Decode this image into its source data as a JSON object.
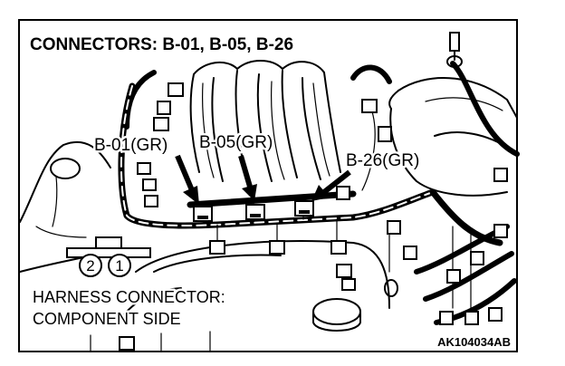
{
  "title": "CONNECTORS: B-01, B-05, B-26",
  "callouts": {
    "b01": "B-01(GR)",
    "b05": "B-05(GR)",
    "b26": "B-26(GR)"
  },
  "note": {
    "line1": "HARNESS CONNECTOR:",
    "line2": "COMPONENT SIDE"
  },
  "pins": {
    "left": "2",
    "right": "1"
  },
  "figure_code": "AK104034AB"
}
